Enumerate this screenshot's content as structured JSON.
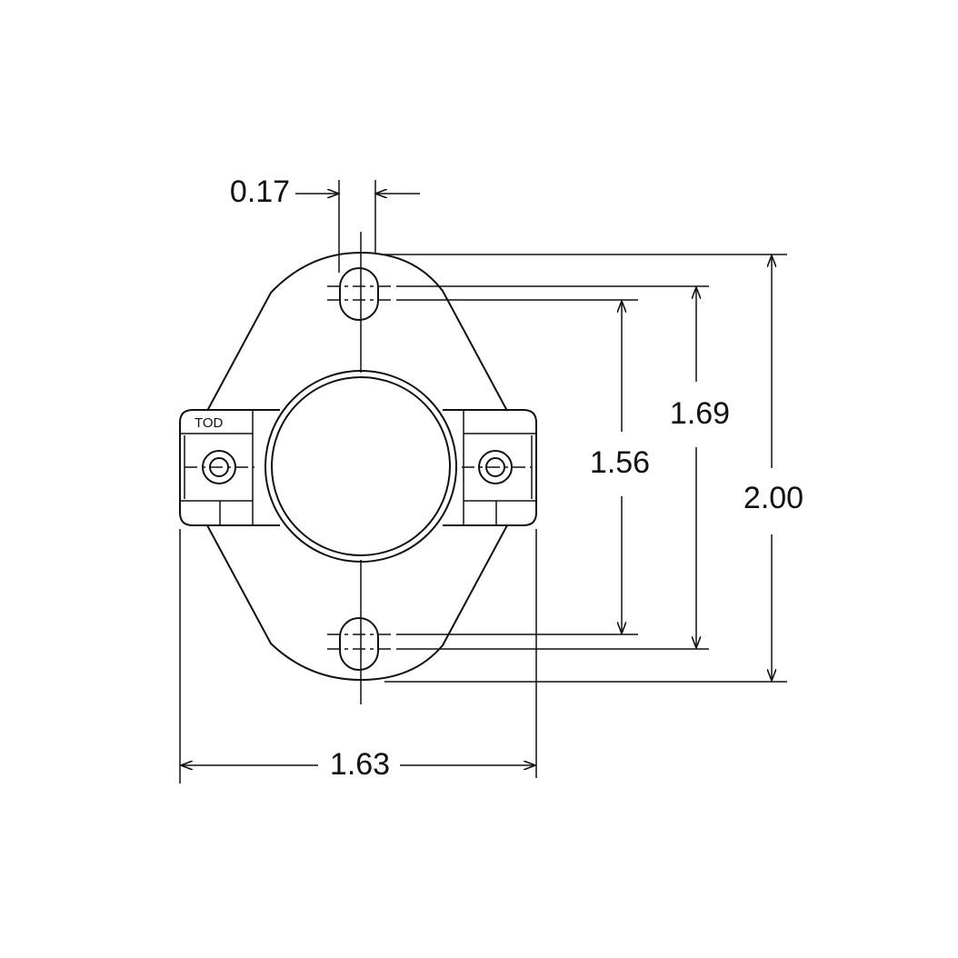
{
  "drawing": {
    "label": "TOD",
    "dimensions": {
      "hole_width": "0.17",
      "overall_height": "2.00",
      "outer_hole_spacing": "1.69",
      "inner_hole_spacing": "1.56",
      "overall_width": "1.63"
    }
  }
}
